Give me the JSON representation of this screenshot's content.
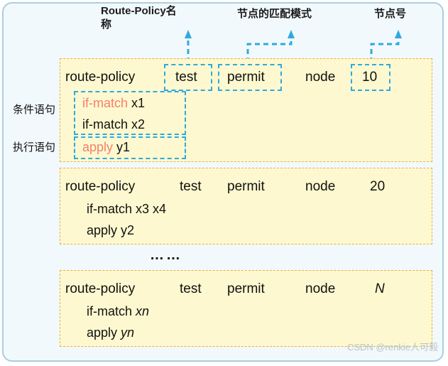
{
  "annotations": {
    "policy_name": "Route-Policy名称",
    "node_match_mode": "节点的匹配模式",
    "node_number": "节点号"
  },
  "side_labels": {
    "condition": "条件语句",
    "action": "执行语句"
  },
  "blocks": [
    {
      "header": {
        "command": "route-policy",
        "name": "test",
        "mode": "permit",
        "node_keyword": "node",
        "node_id": "10"
      },
      "statements": [
        {
          "keyword": "if-match",
          "args": "x1",
          "highlight": true
        },
        {
          "keyword": "if-match",
          "args": "x2",
          "highlight": false
        },
        {
          "keyword": "apply",
          "args": "y1",
          "highlight": true
        }
      ]
    },
    {
      "header": {
        "command": "route-policy",
        "name": "test",
        "mode": "permit",
        "node_keyword": "node",
        "node_id": "20"
      },
      "statements": [
        {
          "keyword": "if-match",
          "args": "x3 x4",
          "highlight": false
        },
        {
          "keyword": "apply",
          "args": "y2",
          "highlight": false
        }
      ]
    },
    {
      "header": {
        "command": "route-policy",
        "name": "test",
        "mode": "permit",
        "node_keyword": "node",
        "node_id": "N"
      },
      "statements": [
        {
          "keyword": "if-match",
          "args": "xn",
          "highlight": false
        },
        {
          "keyword": "apply",
          "args": "yn",
          "highlight": false
        }
      ]
    }
  ],
  "ellipsis": "……",
  "watermark": "CSDN @renkie人可毅",
  "colors": {
    "panel_bg": "#f2f9fd",
    "panel_border": "#a9cfdf",
    "block_bg": "#fdf8cf",
    "block_border": "#e8b04a",
    "connector": "#2eaae0",
    "keyword_highlight": "#f4806e",
    "text": "#111111",
    "watermark": "#b9c3c9"
  }
}
